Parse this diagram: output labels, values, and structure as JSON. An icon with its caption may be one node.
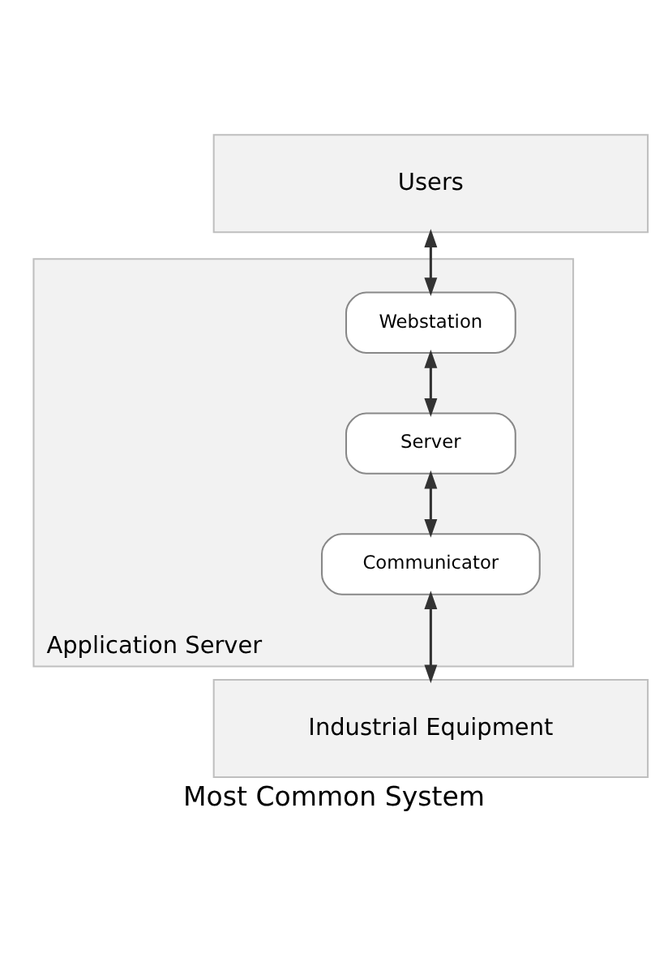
{
  "diagram": {
    "caption": "Most Common System",
    "nodes": [
      {
        "text": [
          "Users"
        ]
      },
      {
        "text": [
          "Application Server"
        ]
      },
      {
        "text": [
          "Webstation"
        ],
        "in": 1
      },
      {
        "text": [
          "Server"
        ],
        "in": 1
      },
      {
        "text": [
          "Communicator"
        ],
        "in": 1
      },
      {
        "text": [
          "Industrial Equipment"
        ]
      }
    ],
    "edges": [
      {
        "from": 0,
        "to": 2,
        "arrow": "both"
      },
      {
        "from": 2,
        "to": 3,
        "arrow": "both"
      },
      {
        "from": 3,
        "to": 4,
        "arrow": "both"
      },
      {
        "from": 4,
        "to": 5,
        "arrow": "both"
      }
    ]
  }
}
